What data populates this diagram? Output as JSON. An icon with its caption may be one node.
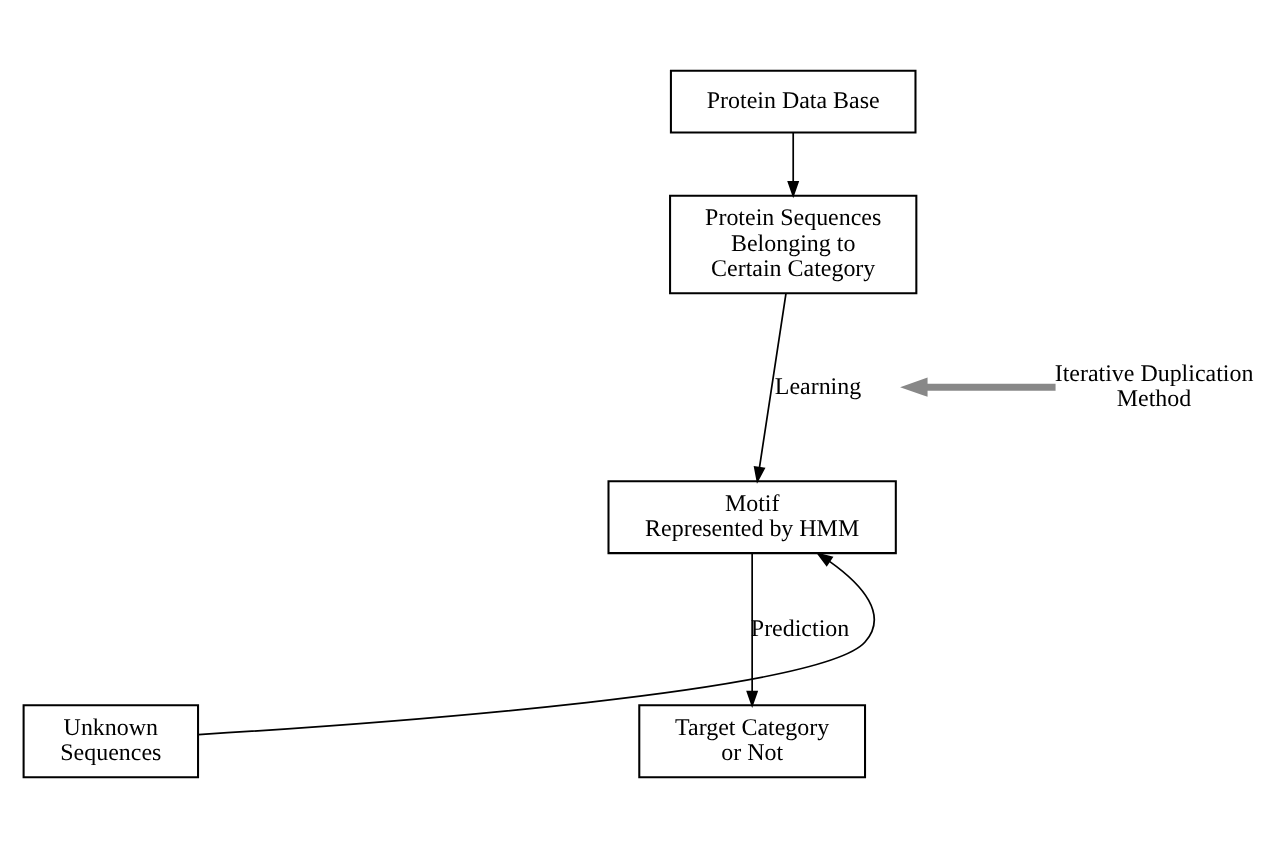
{
  "diagram": {
    "nodes": [
      {
        "text": [
          "Protein Data Base"
        ]
      },
      {
        "text": [
          "Protein Sequences Belonging to Certain Category"
        ]
      },
      {
        "text": [
          "Motif Represented by HMM"
        ]
      },
      {
        "text": [
          "Unknown Sequences"
        ]
      },
      {
        "text": [
          "Target Category or Not"
        ]
      },
      {
        "text": [
          "Iterative Duplication Method"
        ]
      }
    ],
    "edges": [
      {
        "from": 0,
        "to": 1,
        "arrow": "to"
      },
      {
        "from": 1,
        "to": 2,
        "arrow": "to",
        "label": "Learning"
      },
      {
        "from": 3,
        "to": 2,
        "arrow": "to"
      },
      {
        "from": 2,
        "to": 4,
        "arrow": "to",
        "label": "Prediction"
      },
      {
        "from": 5,
        "to": null,
        "arrow": "to",
        "style": "thick",
        "color": "#888888"
      }
    ]
  }
}
